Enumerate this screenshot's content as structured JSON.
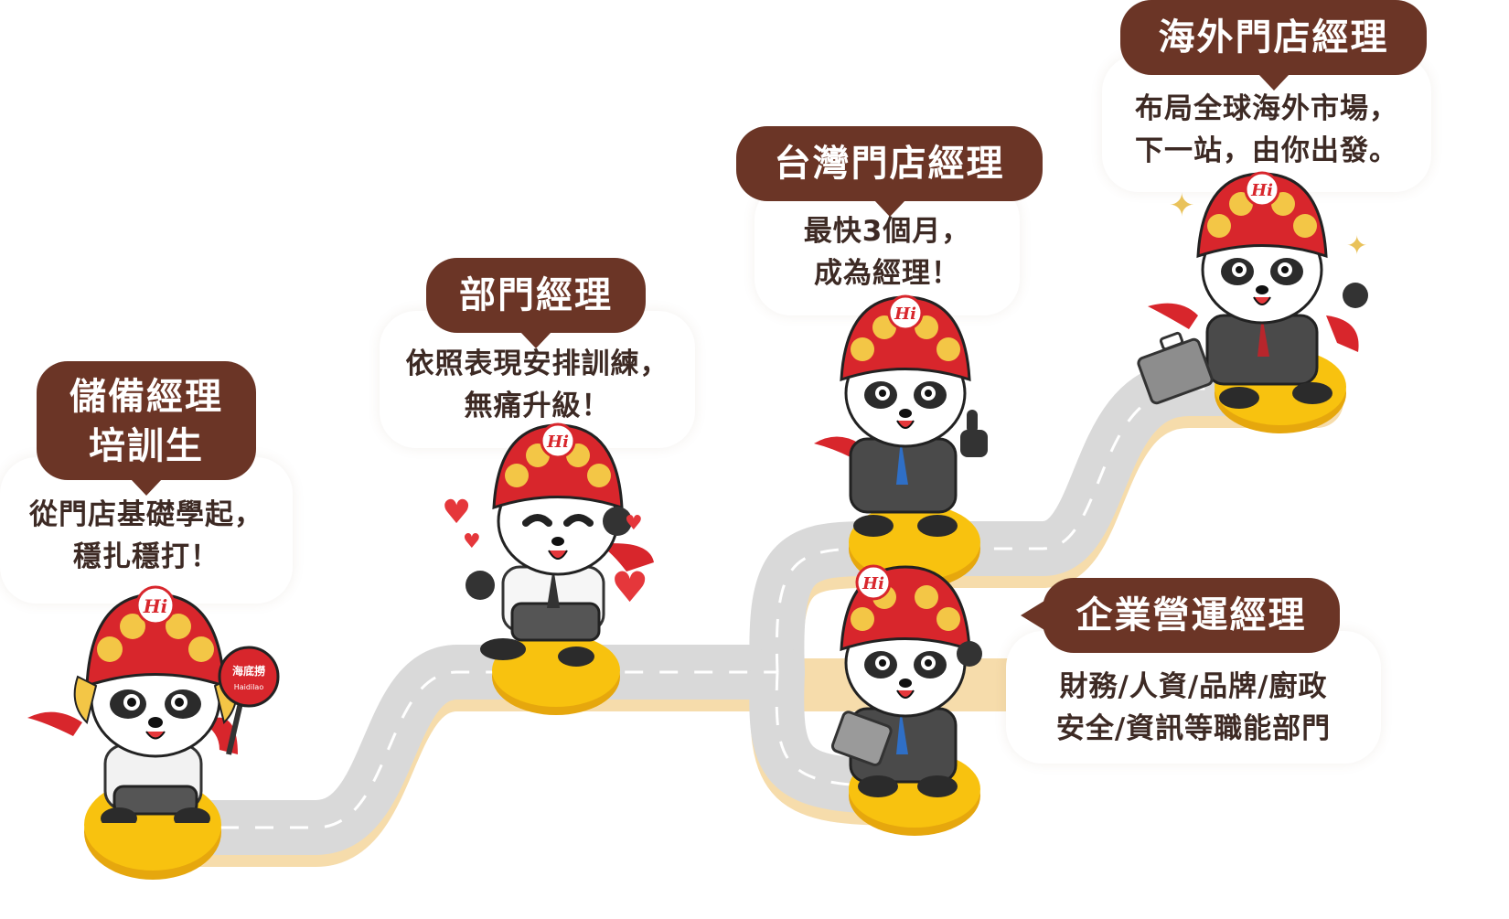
{
  "stages": [
    {
      "title": "儲備經理\n培訓生",
      "description": "從門店基礎學起，\n穩扎穩打！"
    },
    {
      "title": "部門經理",
      "description": "依照表現安排訓練，\n無痛升級！"
    },
    {
      "title": "台灣門店經理",
      "description": "最快3個月，\n成為經理！"
    },
    {
      "title": "海外門店經理",
      "description": "布局全球海外市場，\n下一站，由你出發。"
    },
    {
      "title": "企業營運經理",
      "description": "財務/人資/品牌/廚政\n安全/資訊等職能部門"
    }
  ],
  "mascot_badges": {
    "helmet_mark": "Hi",
    "sign_brand": "海底撈",
    "sign_brand_latin": "Haidilao"
  },
  "colors": {
    "tag_brown": "#6b3526",
    "text_dark": "#3d2a24",
    "road_gray": "#d9d9d9",
    "road_edge": "#f4d9a8",
    "platform_yellow": "#f8c20f",
    "helmet_red": "#d8262c",
    "helmet_gold": "#f3c646"
  },
  "icons": [
    "panda-mascot",
    "hi-helmet",
    "heart-icon",
    "sparkle-icon",
    "briefcase-icon",
    "tablet-icon",
    "thumbs-up"
  ]
}
